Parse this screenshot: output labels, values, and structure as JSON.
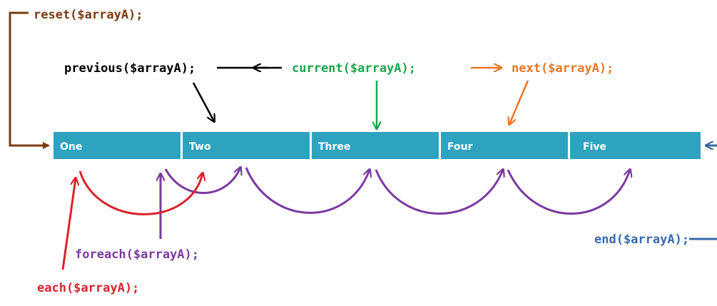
{
  "array_cells": [
    "One",
    "Two",
    "Three",
    "Four",
    "Five"
  ],
  "functions": {
    "reset": "reset($arrayA);",
    "previous": "previous($arrayA);",
    "current": "current($arrayA);",
    "next": "next($arrayA);",
    "end": "end($arrayA);",
    "foreach": "foreach($arrayA);",
    "each": "each($arrayA);"
  },
  "colors": {
    "cell_fill": "#2ea3c0",
    "reset": "#7a3b12",
    "previous": "#000000",
    "current": "#1aa64a",
    "next": "#ec7424",
    "end": "#3a6aa8",
    "foreach": "#7b3aa0",
    "each": "#d9232d"
  }
}
